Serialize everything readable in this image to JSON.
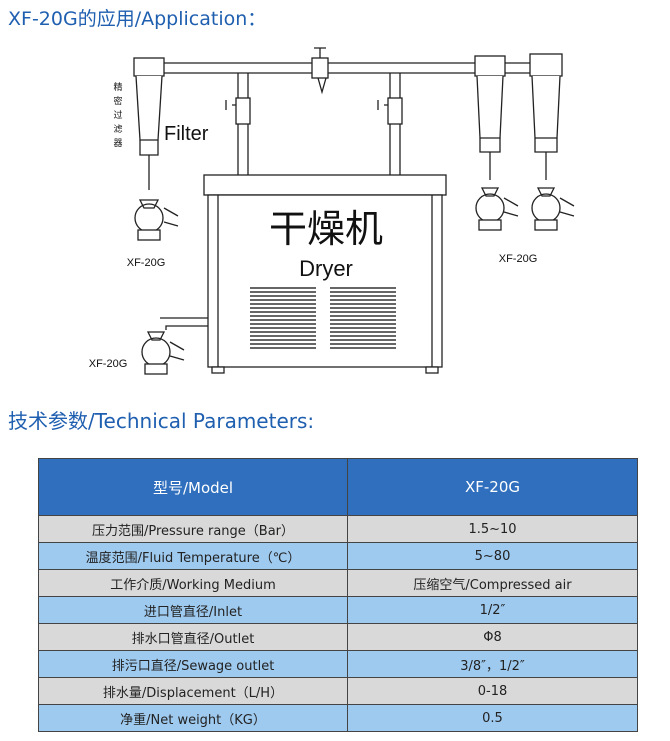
{
  "headings": {
    "application": "XF-20G的应用/Application：",
    "technical": "技术参数/Technical Parameters:"
  },
  "diagram": {
    "filter_vertical_chars": [
      "精",
      "密",
      "过",
      "滤",
      "器"
    ],
    "filter_label": "Filter",
    "dryer_cn": "干燥机",
    "dryer_en": "Dryer",
    "model_labels": [
      "XF-20G",
      "XF-20G",
      "XF-20G"
    ]
  },
  "table": {
    "header": [
      "型号/Model",
      "XF-20G"
    ],
    "rows": [
      [
        "压力范围/Pressure range（Bar）",
        "1.5~10"
      ],
      [
        "温度范围/Fluid Temperature（℃）",
        "5~80"
      ],
      [
        "工作介质/Working Medium",
        "压缩空气/Compressed air"
      ],
      [
        "进口管直径/Inlet",
        "1/2″"
      ],
      [
        "排水口管直径/Outlet",
        "Φ8"
      ],
      [
        "排污口直径/Sewage outlet",
        "3/8″，1/2″"
      ],
      [
        "排水量/Displacement（L/H）",
        "0-18"
      ],
      [
        "净重/Net weight（KG）",
        "0.5"
      ]
    ]
  },
  "colors": {
    "heading": "#1f5fb0",
    "table_header": "#2f6fbd",
    "row_gray": "#d9d9d9",
    "row_blue": "#9fcaef"
  }
}
